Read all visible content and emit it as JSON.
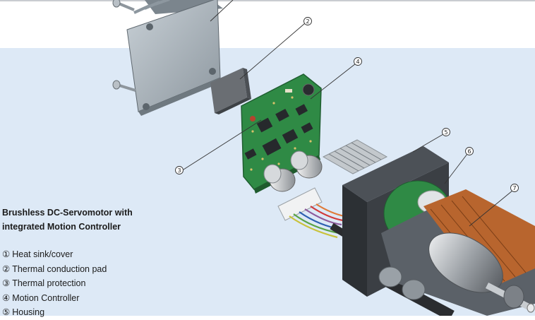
{
  "caption": {
    "line1": "Brushless DC-Servomotor with",
    "line2": "integrated Motion Controller"
  },
  "legend": [
    {
      "num": "①",
      "label": "Heat sink/cover"
    },
    {
      "num": "②",
      "label": "Thermal conduction pad"
    },
    {
      "num": "③",
      "label": "Thermal protection"
    },
    {
      "num": "④",
      "label": "Motion Controller"
    },
    {
      "num": "⑤",
      "label": "Housing"
    }
  ],
  "callouts": [
    "2",
    "3",
    "4",
    "5",
    "6",
    "7"
  ],
  "colors": {
    "background_lower": "#dde9f6",
    "heat_sink": "#a9b3bb",
    "pcb": "#2f8a45",
    "housing": "#3b3f44",
    "copper_winding": "#b8652e"
  }
}
